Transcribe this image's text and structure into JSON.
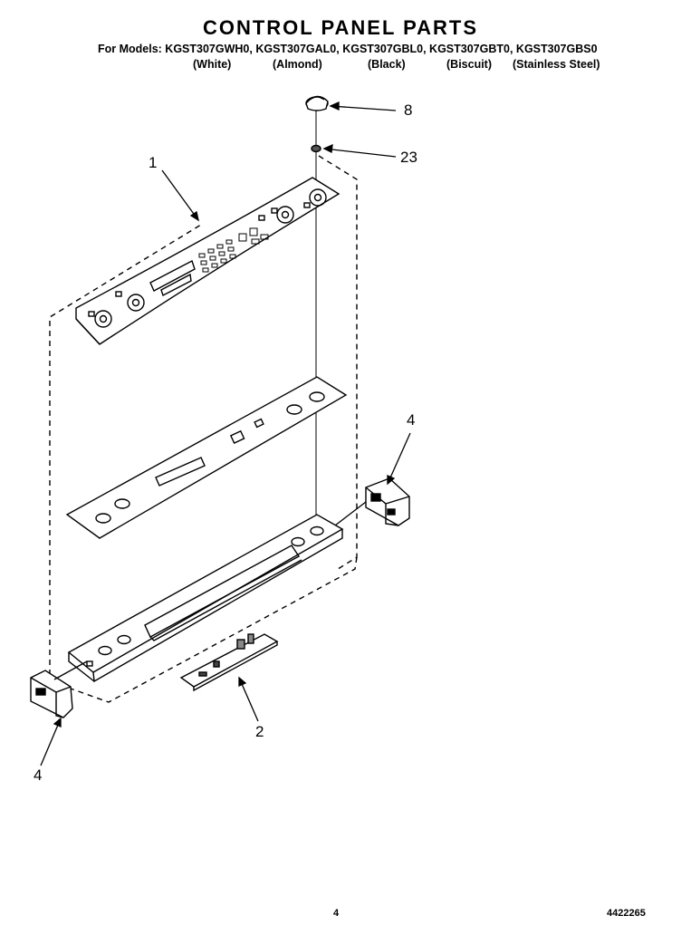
{
  "header": {
    "title": "CONTROL PANEL PARTS",
    "models_line": "For Models: KGST307GWH0, KGST307GAL0, KGST307GBL0, KGST307GBT0, KGST307GBS0",
    "colors": [
      "(White)",
      "(Almond)",
      "(Black)",
      "(Biscuit)",
      "(Stainless Steel)"
    ]
  },
  "callouts": {
    "c8": "8",
    "c23": "23",
    "c1": "1",
    "c4_right": "4",
    "c4_left": "4",
    "c2": "2"
  },
  "footer": {
    "page_number": "4",
    "doc_number": "4422265"
  }
}
